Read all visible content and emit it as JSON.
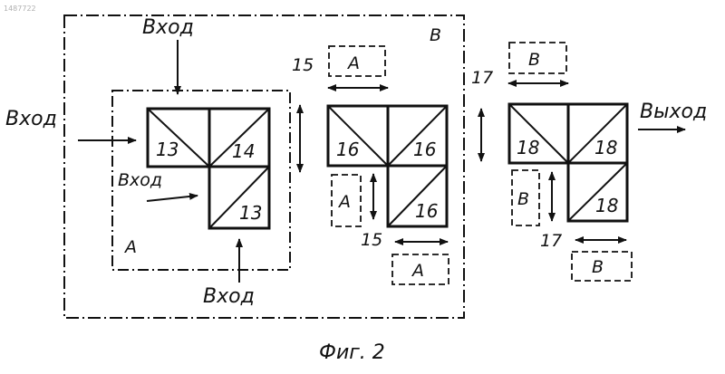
{
  "corner_code": "1487722",
  "labels": {
    "vkhod": "Вход",
    "vkhod_small": "Вход",
    "vykhod": "Выход",
    "caption": "Фиг. 2"
  },
  "regions": {
    "A": "A",
    "B": "B"
  },
  "numbers": {
    "n13": "13",
    "n14": "14",
    "n16": "16",
    "n18": "18",
    "n15": "15",
    "n17": "17"
  },
  "tags": {
    "A": "A",
    "B": "B"
  }
}
